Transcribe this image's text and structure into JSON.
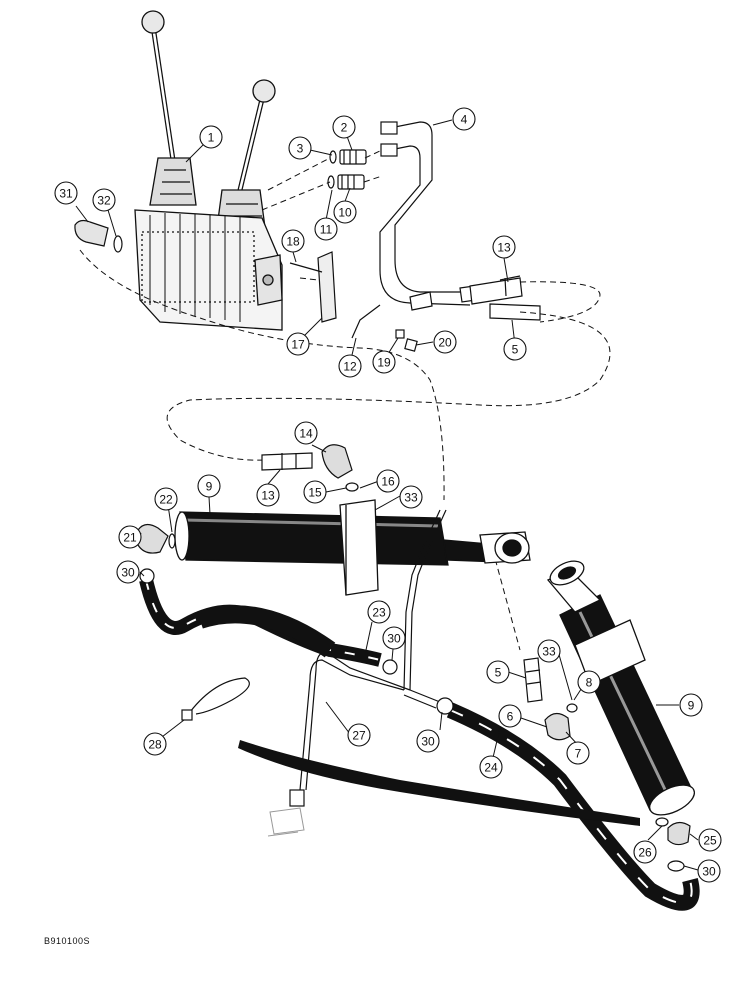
{
  "figure_code": "B910100S",
  "callouts": [
    {
      "id": "c1",
      "label": "1"
    },
    {
      "id": "c2",
      "label": "2"
    },
    {
      "id": "c3",
      "label": "3"
    },
    {
      "id": "c4",
      "label": "4"
    },
    {
      "id": "c31",
      "label": "31"
    },
    {
      "id": "c32",
      "label": "32"
    },
    {
      "id": "c10",
      "label": "10"
    },
    {
      "id": "c11",
      "label": "11"
    },
    {
      "id": "c18",
      "label": "18"
    },
    {
      "id": "c13a",
      "label": "13"
    },
    {
      "id": "c17",
      "label": "17"
    },
    {
      "id": "c12",
      "label": "12"
    },
    {
      "id": "c19",
      "label": "19"
    },
    {
      "id": "c20",
      "label": "20"
    },
    {
      "id": "c5a",
      "label": "5"
    },
    {
      "id": "c14",
      "label": "14"
    },
    {
      "id": "c13b",
      "label": "13"
    },
    {
      "id": "c15",
      "label": "15"
    },
    {
      "id": "c16",
      "label": "16"
    },
    {
      "id": "c33a",
      "label": "33"
    },
    {
      "id": "c9a",
      "label": "9"
    },
    {
      "id": "c22",
      "label": "22"
    },
    {
      "id": "c21",
      "label": "21"
    },
    {
      "id": "c30a",
      "label": "30"
    },
    {
      "id": "c23",
      "label": "23"
    },
    {
      "id": "c30b",
      "label": "30"
    },
    {
      "id": "c33b",
      "label": "33"
    },
    {
      "id": "c5b",
      "label": "5"
    },
    {
      "id": "c8",
      "label": "8"
    },
    {
      "id": "c9b",
      "label": "9"
    },
    {
      "id": "c6",
      "label": "6"
    },
    {
      "id": "c7",
      "label": "7"
    },
    {
      "id": "c28",
      "label": "28"
    },
    {
      "id": "c27",
      "label": "27"
    },
    {
      "id": "c30c",
      "label": "30"
    },
    {
      "id": "c24",
      "label": "24"
    },
    {
      "id": "c26",
      "label": "26"
    },
    {
      "id": "c25",
      "label": "25"
    },
    {
      "id": "c30d",
      "label": "30"
    }
  ]
}
